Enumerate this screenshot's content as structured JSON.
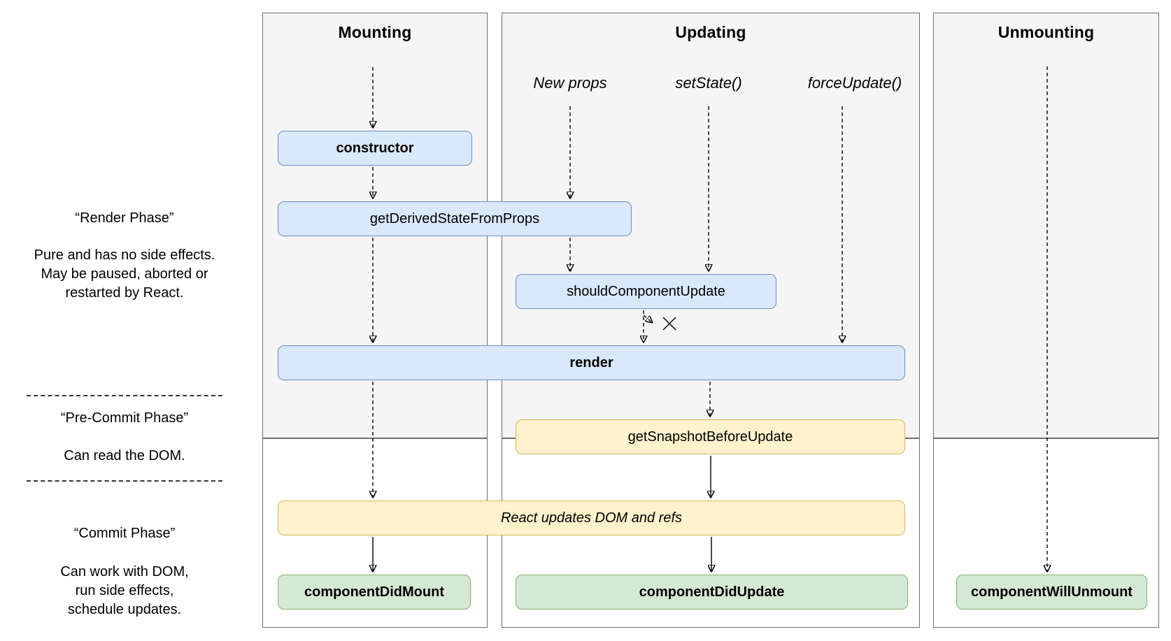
{
  "columns": {
    "mounting": {
      "title": "Mounting"
    },
    "updating": {
      "title": "Updating",
      "triggers": [
        "New props",
        "setState()",
        "forceUpdate()"
      ]
    },
    "unmounting": {
      "title": "Unmounting"
    }
  },
  "sidebar": {
    "render_phase": {
      "title": "“Render Phase”",
      "lines": [
        "Pure and has no side effects.",
        "May be paused, aborted or",
        "restarted by React."
      ]
    },
    "pre_commit_phase": {
      "title": "“Pre-Commit Phase”",
      "lines": [
        "Can read the DOM."
      ]
    },
    "commit_phase": {
      "title": "“Commit Phase”",
      "lines": [
        "Can work with DOM,",
        "run side effects,",
        "schedule updates."
      ]
    }
  },
  "nodes": {
    "constructor": {
      "label": "constructor"
    },
    "get_derived_state_from_props": {
      "label": "getDerivedStateFromProps"
    },
    "should_component_update": {
      "label": "shouldComponentUpdate"
    },
    "render": {
      "label": "render"
    },
    "get_snapshot_before_update": {
      "label": "getSnapshotBeforeUpdate"
    },
    "react_updates": {
      "label": "React updates DOM and refs"
    },
    "component_did_mount": {
      "label": "componentDidMount"
    },
    "component_did_update": {
      "label": "componentDidUpdate"
    },
    "component_will_unmount": {
      "label": "componentWillUnmount"
    }
  },
  "icons": {
    "update_cancelled": "red-x-icon"
  },
  "colors": {
    "box_blue_fill": "#dae8fc",
    "box_blue_border": "#6c8ebf",
    "box_yellow_fill": "#fff2cc",
    "box_yellow_border": "#d6b656",
    "box_green_fill": "#d5e8d4",
    "box_green_border": "#82b366",
    "panel_fill": "#f5f5f5",
    "panel_border": "#6e6e6e",
    "cancel_x": "#d41a1a"
  }
}
